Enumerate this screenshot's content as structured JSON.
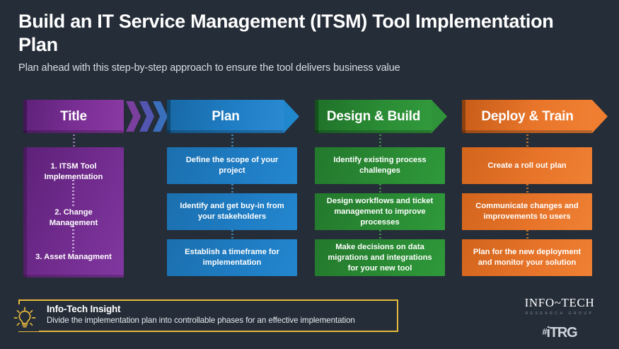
{
  "header": {
    "title": "Build an IT Service Management (ITSM) Tool Implementation Plan",
    "subtitle": "Plan ahead with this step-by-step approach to ensure the tool delivers business value"
  },
  "colors": {
    "background": "#252d38",
    "phase_title": "#7b2f95",
    "phase_plan": "#1f7dc4",
    "phase_design": "#2a8c34",
    "phase_deploy": "#e8752a",
    "insight_border": "#e8b93c",
    "bulb": "#e8b93c"
  },
  "phases": [
    {
      "key": "title",
      "banner_label": "Title",
      "accent": "#7b2f95",
      "accent_dark": "#5d2178",
      "items": [
        "1. ITSM Tool Implementation",
        "2. Change Management",
        "3. Asset Managment"
      ]
    },
    {
      "key": "plan",
      "banner_label": "Plan",
      "accent": "#1f7dc4",
      "accent_dark": "#1868a4",
      "items": [
        "Define the scope of your project",
        "Identify and get buy-in from your stakeholders",
        "Establish a timeframe for implementation"
      ]
    },
    {
      "key": "design",
      "banner_label": "Design & Build",
      "accent": "#2a8c34",
      "accent_dark": "#1f7029",
      "items": [
        "Identify existing process challenges",
        "Design workflows and ticket management to improve processes",
        "Make decisions on data migrations and integrations for your new tool"
      ]
    },
    {
      "key": "deploy",
      "banner_label": "Deploy & Train",
      "accent": "#e8752a",
      "accent_dark": "#c75c18",
      "items": [
        "Create a roll out plan",
        "Communicate changes and improvements to users",
        "Plan for the new deployment and monitor your solution"
      ]
    }
  ],
  "chevrons": [
    "#7b3fa0",
    "#5355b0",
    "#3a6fbb"
  ],
  "insight": {
    "title": "Info-Tech Insight",
    "body": "Divide the implementation plan into controllable phases for an effective implementation",
    "icon": "lightbulb-icon"
  },
  "logos": {
    "primary": "INFO~TECH",
    "primary_sub": "RESEARCH GROUP",
    "secondary_hash": "#",
    "secondary": "iTRG"
  }
}
